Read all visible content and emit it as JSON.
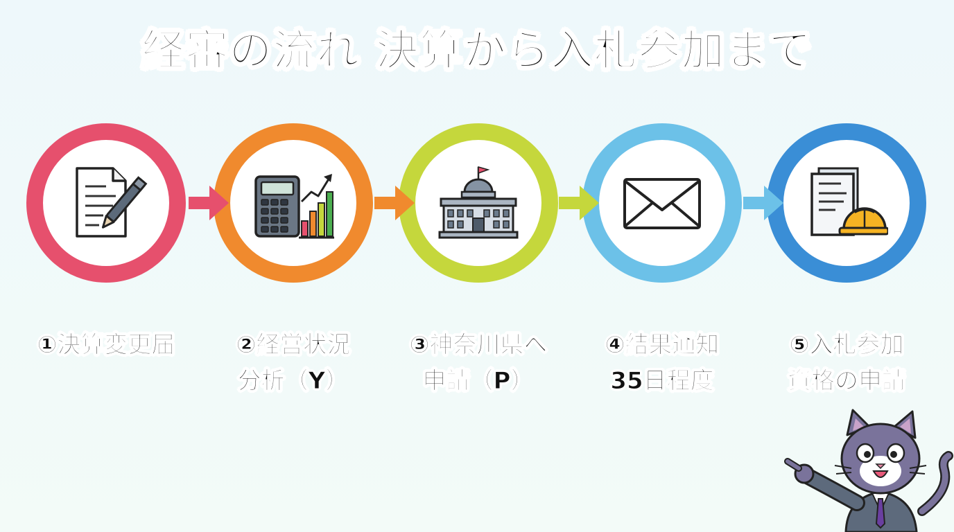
{
  "title": "経審の流れ 決算から入札参加まで",
  "steps": [
    {
      "lines": [
        "①決算変更届"
      ],
      "color": "#e6506d",
      "icon": "document-pen-icon"
    },
    {
      "lines": [
        "②経営状況",
        "分析（Y）"
      ],
      "color": "#f08a2e",
      "icon": "calculator-chart-icon"
    },
    {
      "lines": [
        "③神奈川県へ",
        "申請（P）"
      ],
      "color": "#c5d73c",
      "icon": "government-building-icon"
    },
    {
      "lines": [
        "④結果通知",
        "35日程度"
      ],
      "color": "#6cc1e8",
      "icon": "envelope-icon"
    },
    {
      "lines": [
        "⑤入札参加",
        "資格の申請"
      ],
      "color": "#3a8ed6",
      "icon": "documents-hardhat-icon"
    }
  ],
  "arrow_colors": [
    "#e6506d",
    "#f08a2e",
    "#c5d73c",
    "#6cc1e8"
  ],
  "mascot": "pointing-cat-icon"
}
